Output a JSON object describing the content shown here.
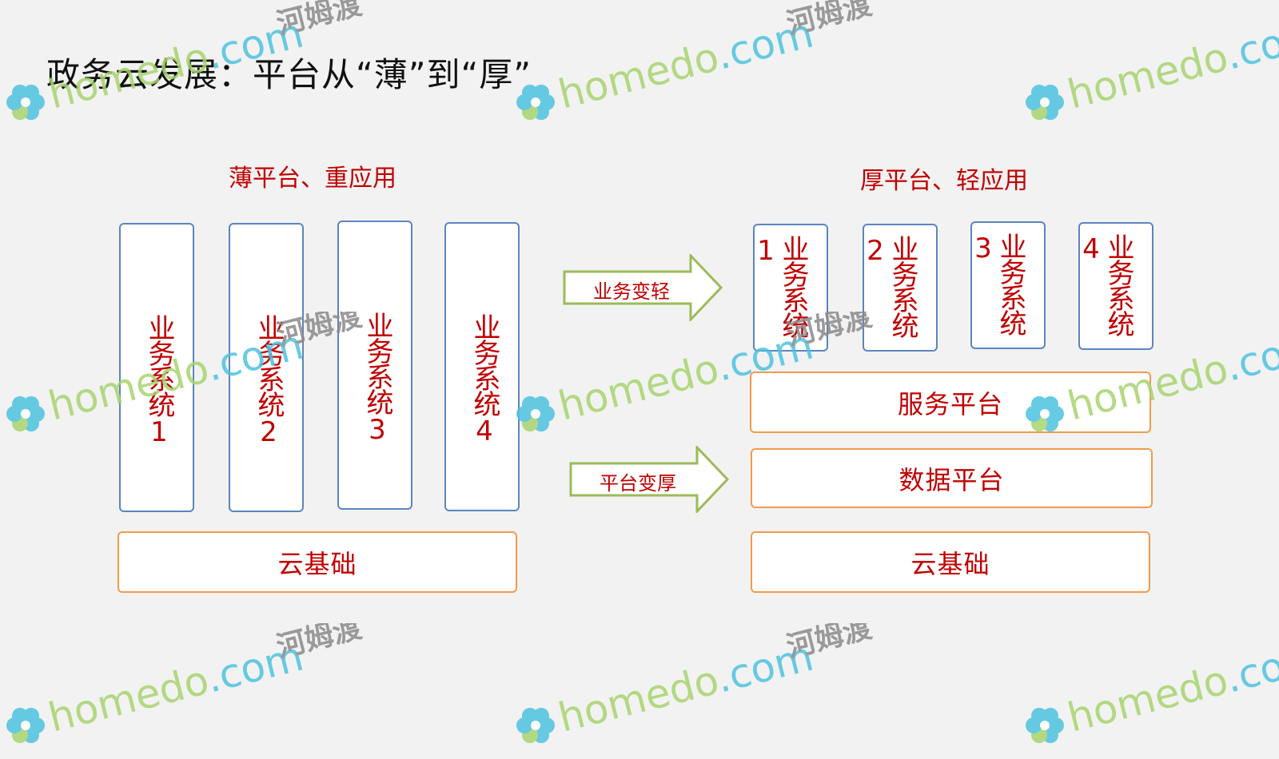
{
  "title": "政务云发展：平台从“薄”到“厚”",
  "left": {
    "heading": "薄平台、重应用",
    "systems": [
      "业务系统1",
      "业务系统2",
      "业务系统3",
      "业务系统4"
    ],
    "base": "云基础"
  },
  "right": {
    "heading": "厚平台、轻应用",
    "systems": [
      "业务系统1",
      "业务系统2",
      "业务系统3",
      "业务系统4"
    ],
    "service_platform": "服务平台",
    "data_platform": "数据平台",
    "base": "云基础"
  },
  "arrows": {
    "top": "业务变轻",
    "bottom": "平台变厚"
  },
  "watermark": {
    "domain": "homedo.com",
    "brand": "河姆渡"
  },
  "colors": {
    "red_text": "#c00000",
    "blue_border": "#5b85bf",
    "orange_border": "#f19b4c",
    "arrow_green": "#9bbb59",
    "watermark_green": "#a8d46f",
    "watermark_blue": "#4ec3e0"
  }
}
